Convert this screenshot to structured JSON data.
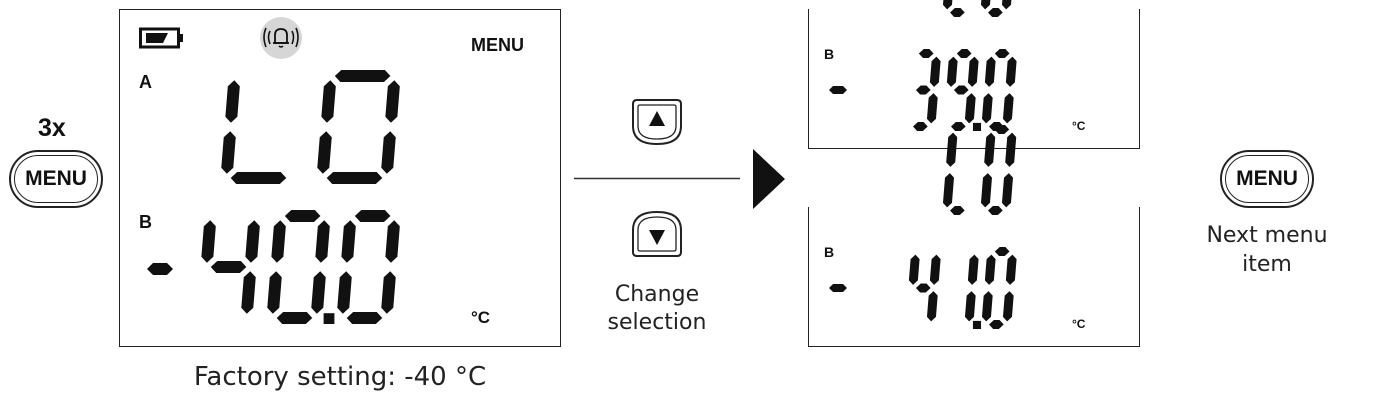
{
  "press_count": "3x",
  "menu_button_label": "MENU",
  "main_display": {
    "menu_indicator": "MENU",
    "channel_a_label": "A",
    "channel_a_value": "LO",
    "channel_b_label": "B",
    "channel_b_sign": "-",
    "channel_b_value": "40.0",
    "unit": "°C",
    "icons": [
      "battery-icon",
      "alarm-bell-icon"
    ]
  },
  "factory_setting_caption": "Factory setting: -40 °C",
  "change_selection_caption": "Change selection",
  "option_displays": [
    {
      "channel_b_label": "B",
      "channel_b_sign": "-",
      "value": "39.0",
      "unit": "°C"
    },
    {
      "channel_b_label": "B",
      "channel_b_sign": "-",
      "value": "41.0",
      "unit": "°C"
    }
  ],
  "next_menu_caption_line1": "Next menu",
  "next_menu_caption_line2": "item",
  "colors": {
    "lcd_segment": "#111111",
    "alarm_highlight": "#d6d6d6"
  }
}
